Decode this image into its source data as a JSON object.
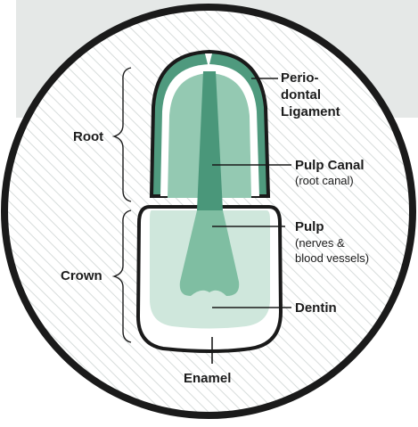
{
  "labels": {
    "root": "Root",
    "crown": "Crown",
    "periodontal_ligament": [
      "Perio-",
      "dontal",
      "Ligament"
    ],
    "pulp_canal": "Pulp Canal",
    "pulp_canal_note": "(root canal)",
    "pulp": "Pulp",
    "pulp_note": [
      "(nerves &",
      "blood vessels)"
    ],
    "dentin": "Dentin",
    "enamel": "Enamel"
  },
  "colors": {
    "frame_outline": "#1a1a1a",
    "background_panel": "#e5e8e7",
    "hatch": "#d7dcdb",
    "ligament_green": "#4f9a7e",
    "root_fill": "#94c9b2",
    "crown_fill": "#cfe7dc",
    "pulp_fill": "#7fbea2",
    "canal_fill": "#4a977a"
  }
}
